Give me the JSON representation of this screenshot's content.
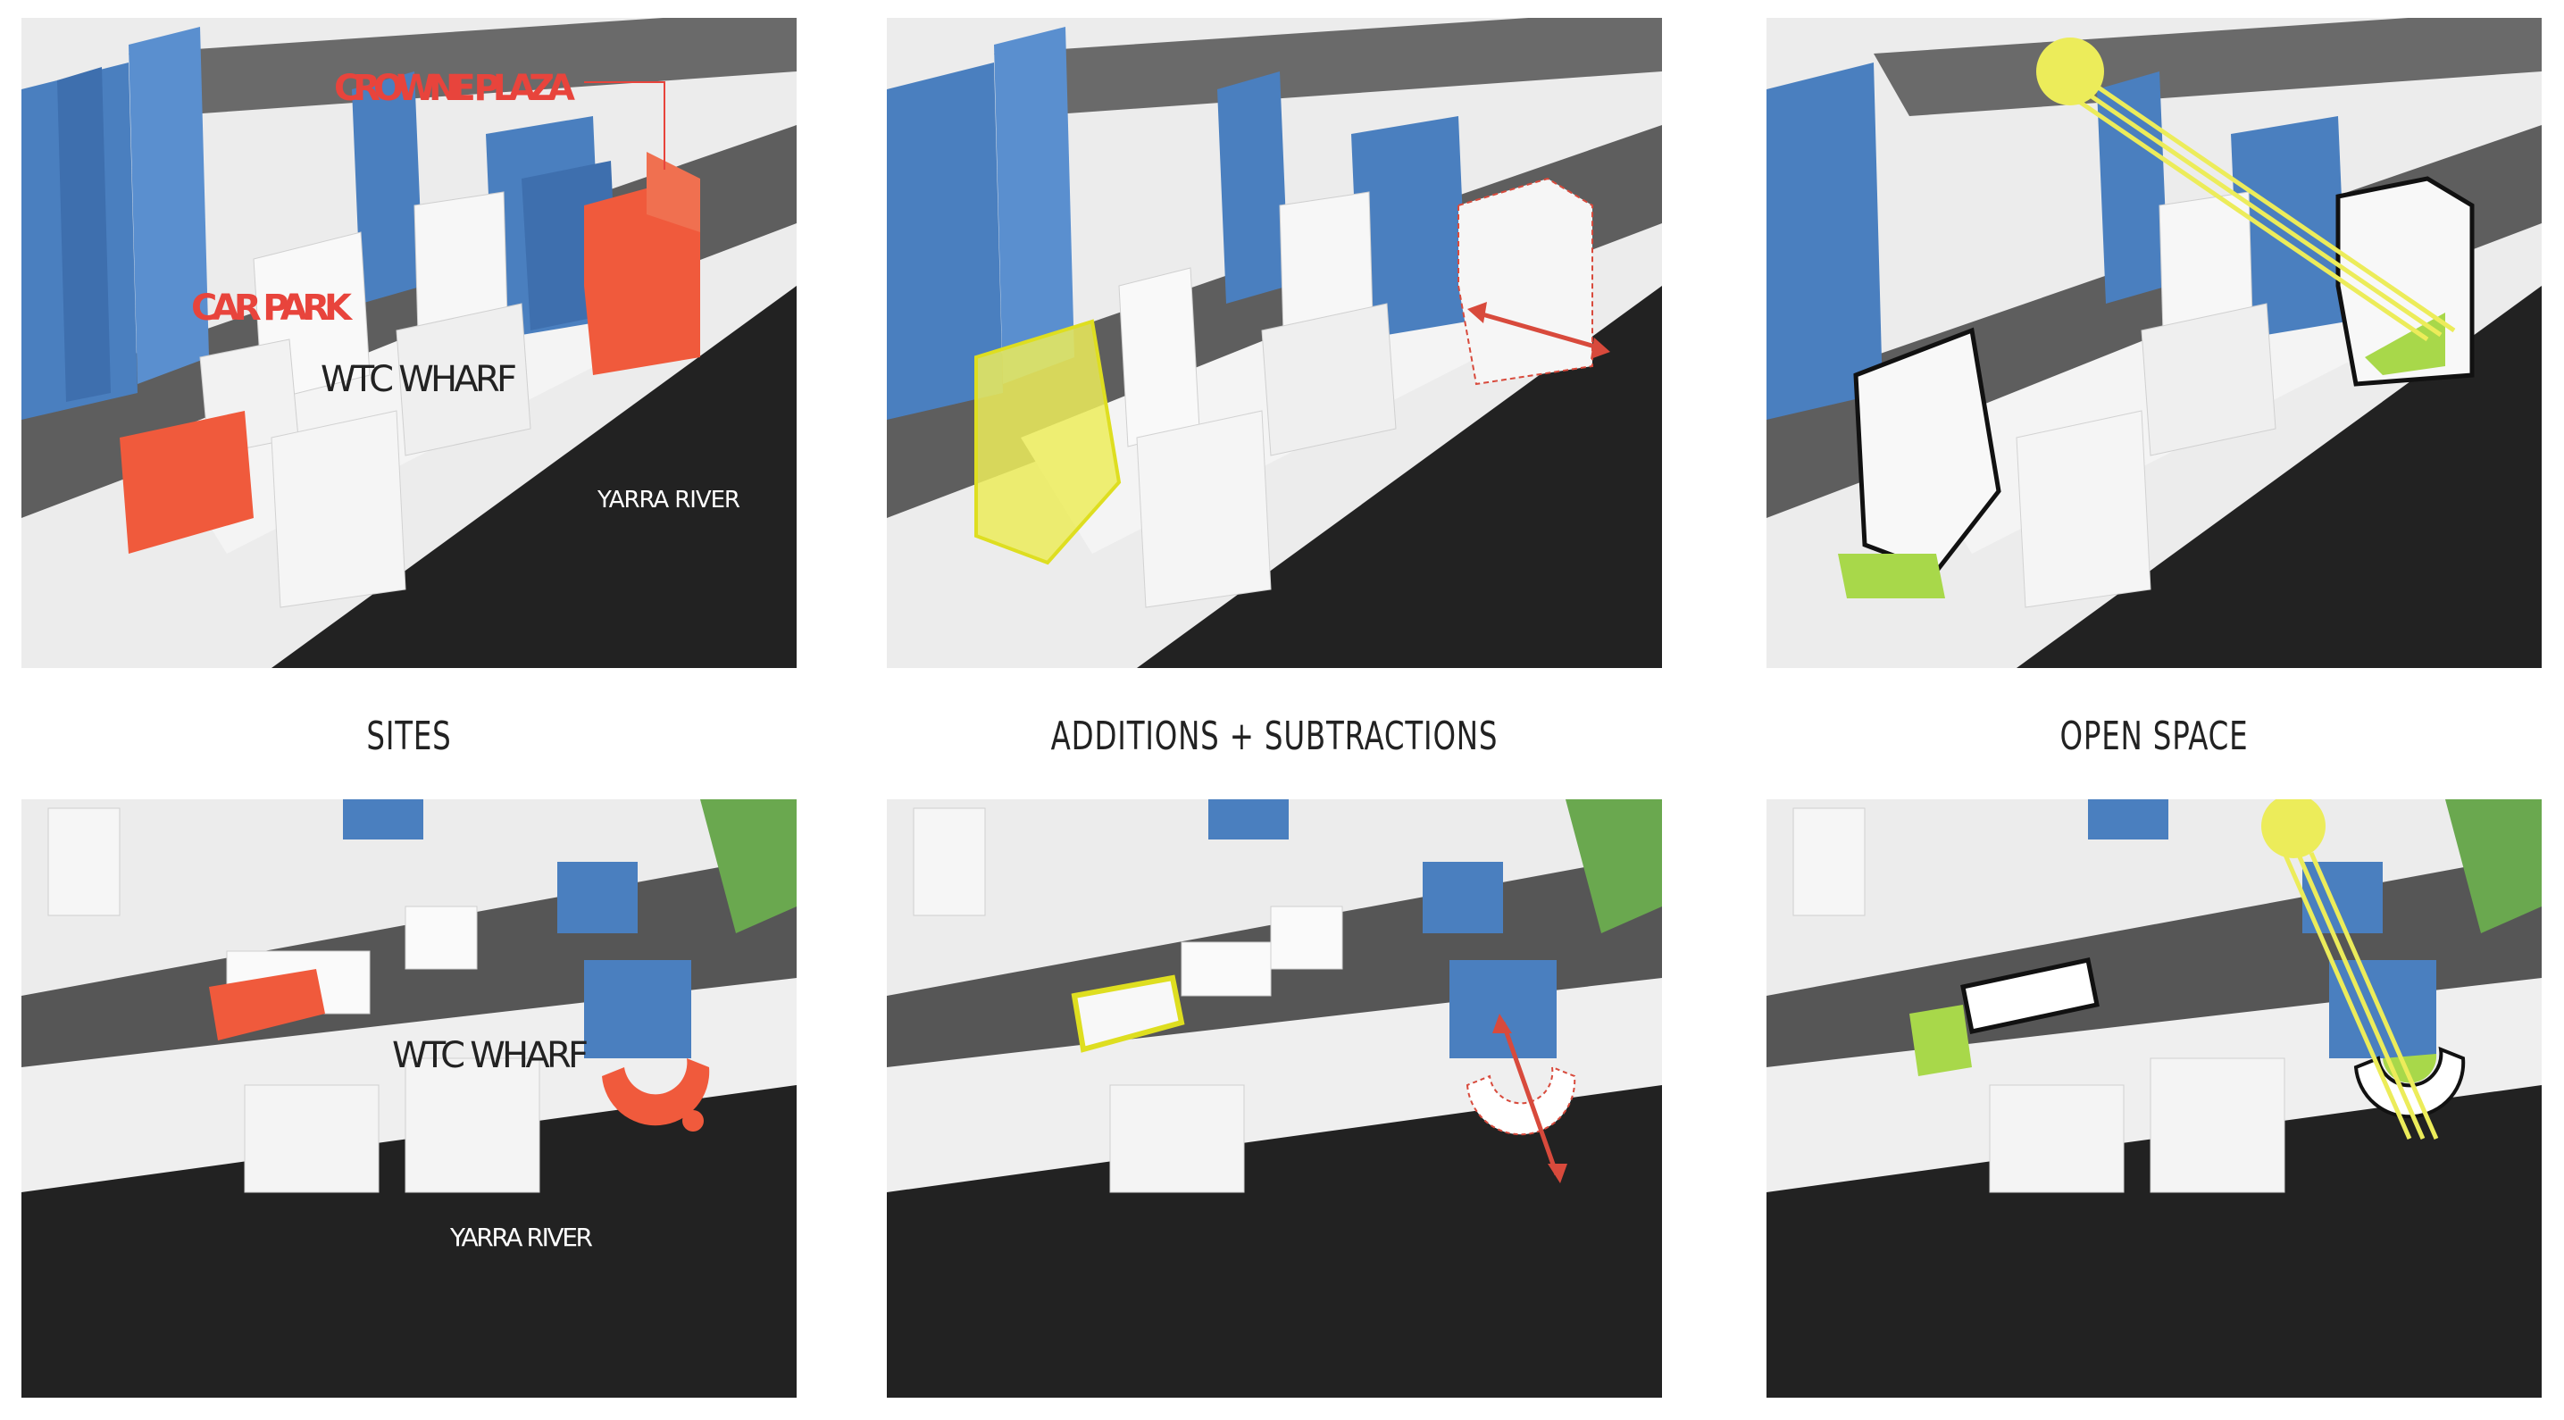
{
  "captions": {
    "sites": "SITES",
    "additions": "ADDITIONS + SUBTRACTIONS",
    "open_space": "OPEN SPACE"
  },
  "labels": {
    "crowne_plaza": "CROWNE PLAZA",
    "car_park": "CAR PARK",
    "wtc_wharf": "WTC WHARF",
    "yarra_river": "YARRA RIVER"
  },
  "colors": {
    "tower_blue": "#4a7fbf",
    "site_red": "#f05a3c",
    "highlight_yellow": "#ecec5a",
    "open_green": "#a8d84a",
    "river_dark": "#222222",
    "park_green": "#6aa84f"
  }
}
